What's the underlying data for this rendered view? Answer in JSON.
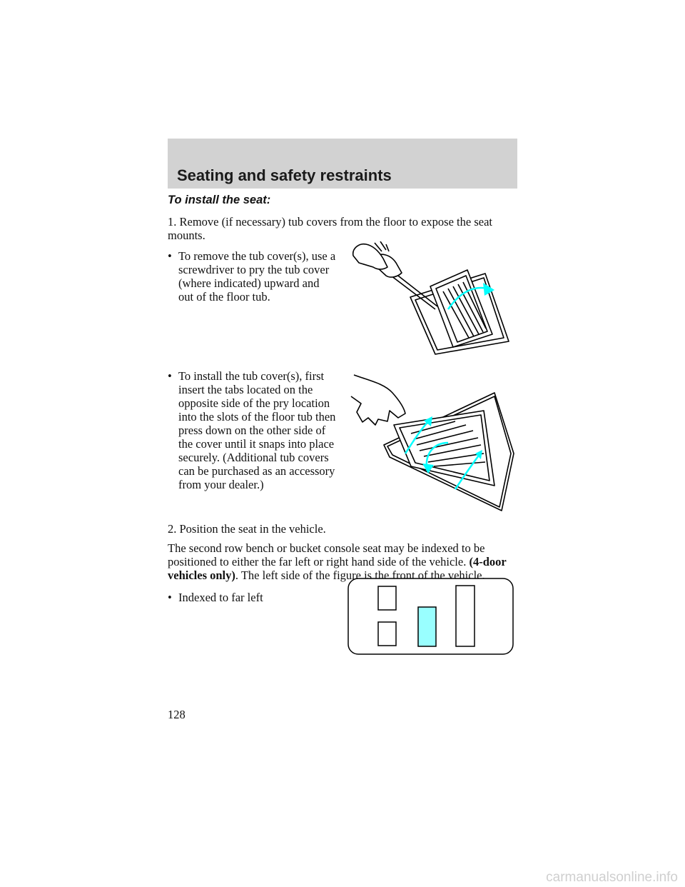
{
  "header": {
    "section_title": "Seating and safety restraints"
  },
  "subhead": "To install the seat:",
  "step1": "1. Remove (if necessary) tub covers from the floor to expose the seat mounts.",
  "bullet1": "To remove the tub cover(s), use a\nscrewdriver to pry the tub cover\n(where indicated) upward and\nout of the floor tub.",
  "bullet2": "To install the tub cover(s), first\ninsert the tabs located on the\nopposite side of the pry location\ninto the slots of the floor tub then\npress down on the other side of\nthe cover until it snaps into place\nsecurely. (Additional tub covers\ncan be purchased as an accessory\nfrom your dealer.)",
  "step2": "2. Position the seat in the vehicle.",
  "para": {
    "before": "The second row bench or bucket console seat may be indexed to be positioned to either the far left or right hand side of the vehicle.",
    "bold": "(4-door vehicles only)",
    "after": ". The left side of the figure is the front of the vehicle."
  },
  "bullet3": "Indexed to far left",
  "bullet_symbol": "•",
  "page_number": "128",
  "footer_mark": "carmanualsonline.info",
  "colors": {
    "header_band": "#d2d2d2",
    "arrow_cyan": "#00ffff",
    "seat_highlight": "#99ffff"
  }
}
